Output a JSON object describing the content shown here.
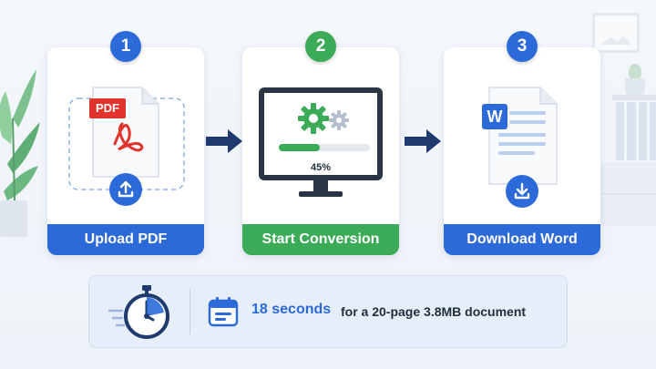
{
  "steps": [
    {
      "number": "1",
      "label": "Upload PDF",
      "file_badge": "PDF"
    },
    {
      "number": "2",
      "label": "Start Conversion",
      "progress_text": "45%",
      "progress": 0.45
    },
    {
      "number": "3",
      "label": "Download Word",
      "file_badge": "W"
    }
  ],
  "info": {
    "time_text": "18 seconds",
    "detail_text": "for a 20-page 3.8MB document"
  },
  "colors": {
    "blue": "#2b6ad8",
    "green": "#3cab58",
    "pdf_red": "#e0342c",
    "navy": "#1e3a6e"
  },
  "icons": {
    "upload": "upload-icon",
    "gears": "gear-icon",
    "download": "download-icon",
    "stopwatch": "stopwatch-icon",
    "calendar": "calendar-icon"
  }
}
